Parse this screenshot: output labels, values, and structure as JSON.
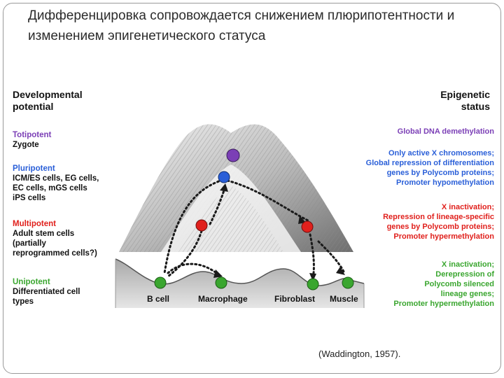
{
  "slide": {
    "title": "Дифференцировка сопровождается снижением плюрипотентности и изменением эпигенетического статуса",
    "citation": "(Waddington, 1957)."
  },
  "diagram": {
    "left_header": "Developmental\npotential",
    "right_header": "Epigenetic\nstatus",
    "potency_levels": [
      {
        "name": "Totipotent",
        "desc": "Zygote",
        "color": "#7b3fb6"
      },
      {
        "name": "Pluripotent",
        "desc": "ICM/ES cells, EG cells,\nEC cells, mGS cells\niPS cells",
        "color": "#2a5fd8"
      },
      {
        "name": "Multipotent",
        "desc": "Adult stem cells\n(partially\nreprogrammed cells?)",
        "color": "#e0201c"
      },
      {
        "name": "Unipotent",
        "desc": "Differentiated cell\ntypes",
        "color": "#3aa62f"
      }
    ],
    "epigenetic_status": [
      {
        "text": "Global DNA demethylation",
        "color": "#7b3fb6"
      },
      {
        "text": "Only active X chromosomes;\nGlobal repression of differentiation\ngenes by Polycomb proteins;\nPromoter hypomethylation",
        "color": "#2a5fd8"
      },
      {
        "text": "X inactivation;\nRepression of lineage-specific\ngenes by Polycomb proteins;\nPromoter hypermethylation",
        "color": "#e0201c"
      },
      {
        "text": "X inactivation;\nDerepression of\nPolycomb silenced\nlineage genes;\nPromoter hypermethylation",
        "color": "#3aa62f"
      }
    ],
    "cell_types": [
      "B cell",
      "Macrophage",
      "Fibroblast",
      "Muscle"
    ],
    "colors": {
      "zygote": "#7b3fb6",
      "pluripotent": "#2a5fd8",
      "multipotent": "#e0201c",
      "unipotent": "#3aa62f"
    }
  }
}
